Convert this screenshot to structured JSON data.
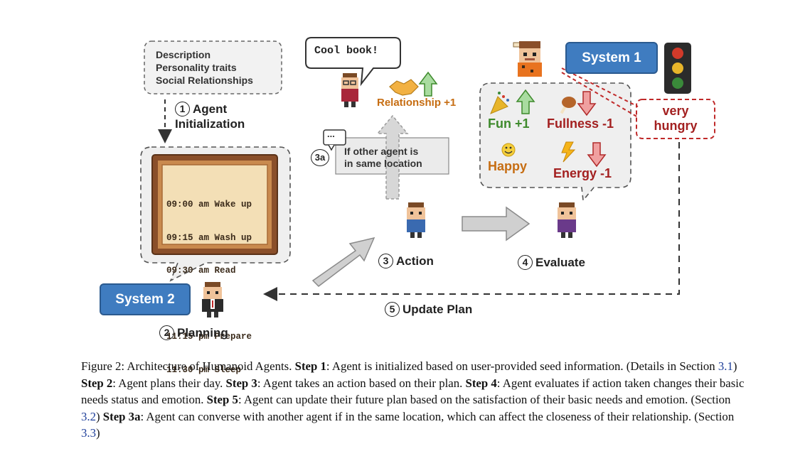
{
  "seed": {
    "lines": [
      "Description",
      "Personality traits",
      "Social Relationships"
    ]
  },
  "steps": {
    "init": {
      "num": "1",
      "line1": "Agent",
      "line2": "Initialization"
    },
    "planning": {
      "num": "2",
      "label": "Planning"
    },
    "action": {
      "num": "3",
      "label": "Action"
    },
    "evaluate": {
      "num": "4",
      "label": "Evaluate"
    },
    "update": {
      "num": "5",
      "label": "Update Plan"
    },
    "conversation": {
      "num": "3a",
      "text_line1": "If other agent is",
      "text_line2": "in same location"
    }
  },
  "systems": {
    "system1": "System 1",
    "system2": "System 2"
  },
  "schedule": [
    "09:00 am Wake up",
    "09:15 am Wash up",
    "09:30 am Read",
    "...",
    "11:15 pm Prepare",
    "11:30 pm Sleep"
  ],
  "speech": {
    "cool_book": "Cool book!",
    "ellipsis": "...",
    "very": "very",
    "hungry": "hungry"
  },
  "metrics": {
    "relationship": "Relationship +1",
    "fun": "Fun +1",
    "fullness": "Fullness -1",
    "happy": "Happy",
    "energy": "Energy -1"
  },
  "caption": {
    "intro": "Figure 2: Architecture of Humanoid Agents. ",
    "s1_label": "Step 1",
    "s1_text": ": Agent is initialized based on user-provided seed information. (Details in Section ",
    "s1_ref": "3.1",
    "s1_close": ") ",
    "s2_label": "Step 2",
    "s2_text": ": Agent plans their day. ",
    "s3_label": "Step 3",
    "s3_text": ": Agent takes an action based on their plan. ",
    "s4_label": "Step 4",
    "s4_text": ": Agent evaluates if action taken changes their basic needs status and emotion. ",
    "s5_label": "Step 5",
    "s5_text": ": Agent can update their future plan based on the satisfaction of their basic needs and emotion. (Section ",
    "s5_ref": "3.2",
    "s5_close": ") ",
    "s3a_label": "Step 3a",
    "s3a_text": ": Agent can converse with another agent if in the same location, which can affect the closeness of their relationship. (Section ",
    "s3a_ref": "3.3",
    "s3a_close": ")"
  },
  "colors": {
    "system_blue": "#3f7cc0",
    "green": "#3e8a2c",
    "red": "#a32020",
    "orange": "#c66d12"
  }
}
